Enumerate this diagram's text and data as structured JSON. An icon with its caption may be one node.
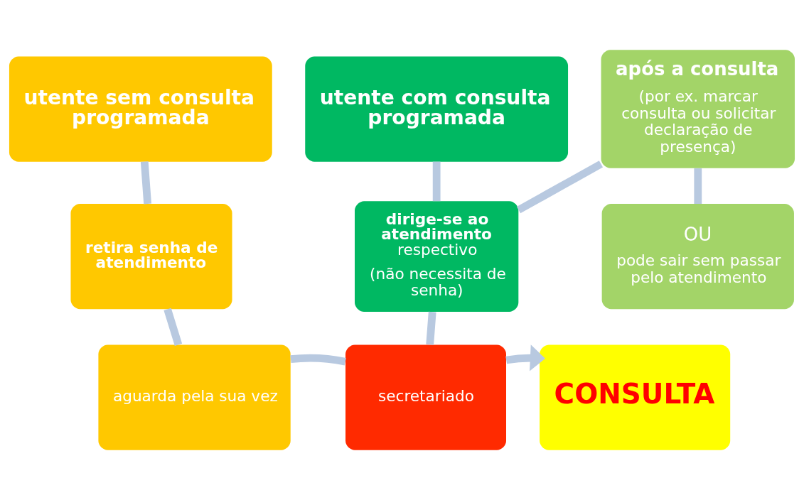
{
  "diagram": {
    "nodes": [
      {
        "text": [
          "utente sem consulta programada"
        ]
      },
      {
        "text": [
          "retira senha de atendimento"
        ]
      },
      {
        "text": [
          "aguarda pela sua vez"
        ]
      },
      {
        "text": [
          "utente com consulta programada"
        ]
      },
      {
        "text": [
          "**dirige-se ao atendimento** respectivo",
          "(não necessita de senha)"
        ]
      },
      {
        "text": [
          "secretariado"
        ]
      },
      {
        "text": [
          "após a consulta",
          "(por ex. marcar consulta ou solicitar declaração de presença)"
        ]
      },
      {
        "text": [
          "OU",
          "pode sair sem passar pelo atendimento"
        ]
      },
      {
        "text": [
          "CONSULTA"
        ]
      }
    ],
    "edges": [
      {
        "from": 0,
        "to": 1,
        "arrow": "none"
      },
      {
        "from": 1,
        "to": 2,
        "arrow": "none"
      },
      {
        "from": 2,
        "to": 5,
        "arrow": "none"
      },
      {
        "from": 3,
        "to": 4,
        "arrow": "none"
      },
      {
        "from": 4,
        "to": 5,
        "arrow": "none"
      },
      {
        "from": 4,
        "to": 6,
        "arrow": "none"
      },
      {
        "from": 6,
        "to": 7,
        "arrow": "none"
      },
      {
        "from": 5,
        "to": 8,
        "arrow": "to"
      }
    ]
  }
}
